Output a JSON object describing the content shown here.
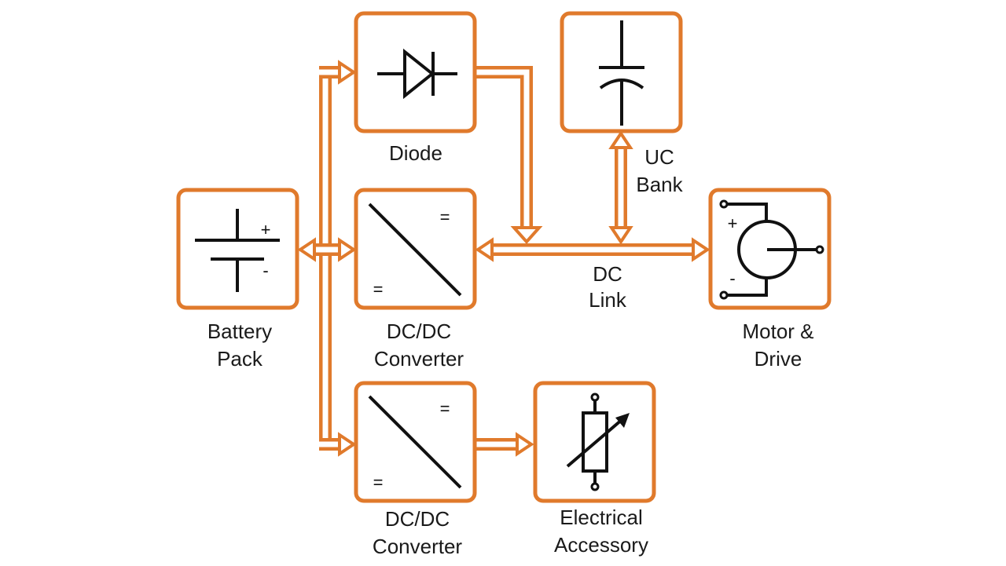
{
  "colors": {
    "accent": "#e07a2c",
    "symbol": "#111111",
    "text": "#1a1a1a",
    "background": "#ffffff"
  },
  "blocks": {
    "battery": {
      "line1": "Battery",
      "line2": "Pack",
      "plus": "+",
      "minus": "-",
      "icon": "battery-icon"
    },
    "diode": {
      "line1": "Diode",
      "icon": "diode-icon"
    },
    "dcdc_main": {
      "line1": "DC/DC",
      "line2": "Converter",
      "eq_top": "=",
      "eq_bottom": "=",
      "icon": "dcdc-converter-icon"
    },
    "dcdc_aux": {
      "line1": "DC/DC",
      "line2": "Converter",
      "eq_top": "=",
      "eq_bottom": "=",
      "icon": "dcdc-converter-icon"
    },
    "uc_bank": {
      "line1": "UC",
      "line2": "Bank",
      "icon": "ultracapacitor-icon"
    },
    "motor": {
      "line1": "Motor &",
      "line2": "Drive",
      "plus": "+",
      "minus": "-",
      "icon": "motor-icon"
    },
    "accessory": {
      "line1": "Electrical",
      "line2": "Accessory",
      "icon": "variable-resistor-icon"
    }
  },
  "dc_link": {
    "line1": "DC",
    "line2": "Link"
  }
}
